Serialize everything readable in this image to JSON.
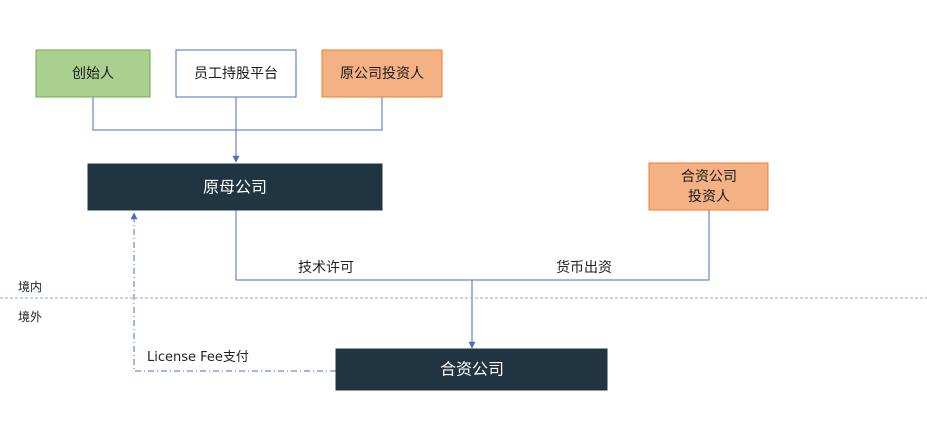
{
  "nodes": {
    "founder": {
      "label": "创始人",
      "fill": "#a9d08e",
      "stroke": "#70ad47",
      "text_color": "#1a1a1a"
    },
    "esop": {
      "label": "员工持股平台",
      "fill": "#ffffff",
      "stroke": "#4472c4",
      "text_color": "#1a1a1a"
    },
    "orig_investor": {
      "label": "原公司投资人",
      "fill": "#f4b183",
      "stroke": "#ed7d31",
      "text_color": "#1a1a1a"
    },
    "parent": {
      "label": "原母公司",
      "fill": "#203442",
      "stroke": "#203442",
      "text_color": "#ffffff"
    },
    "jv_investor": {
      "label_line1": "合资公司",
      "label_line2": "投资人",
      "fill": "#f4b183",
      "stroke": "#ed7d31",
      "text_color": "#1a1a1a"
    },
    "jv": {
      "label": "合资公司",
      "fill": "#203442",
      "stroke": "#203442",
      "text_color": "#ffffff"
    }
  },
  "edges": {
    "tech_license": "技术许可",
    "cash_contribution": "货币出资",
    "license_fee": "License Fee支付"
  },
  "zones": {
    "domestic": "境内",
    "overseas": "境外"
  },
  "colors": {
    "connector": "#4472c4",
    "border_line": "#8faadc"
  }
}
